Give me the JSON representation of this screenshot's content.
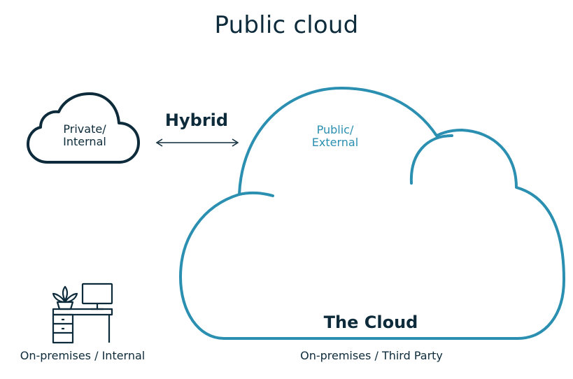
{
  "title": "Public cloud",
  "private_cloud": {
    "label_line1": "Private/",
    "label_line2": "Internal"
  },
  "connection": {
    "label": "Hybrid"
  },
  "public_cloud": {
    "label_line1": "Public/",
    "label_line2": "External",
    "title": "The Cloud",
    "caption": "On-premises / Third Party"
  },
  "desk": {
    "caption": "On-premises / Internal"
  },
  "colors": {
    "dark": "#0d2b3a",
    "accent": "#2a8fb0"
  },
  "icons": [
    "cloud-outline-icon",
    "double-arrow-icon",
    "desk-workstation-icon"
  ]
}
